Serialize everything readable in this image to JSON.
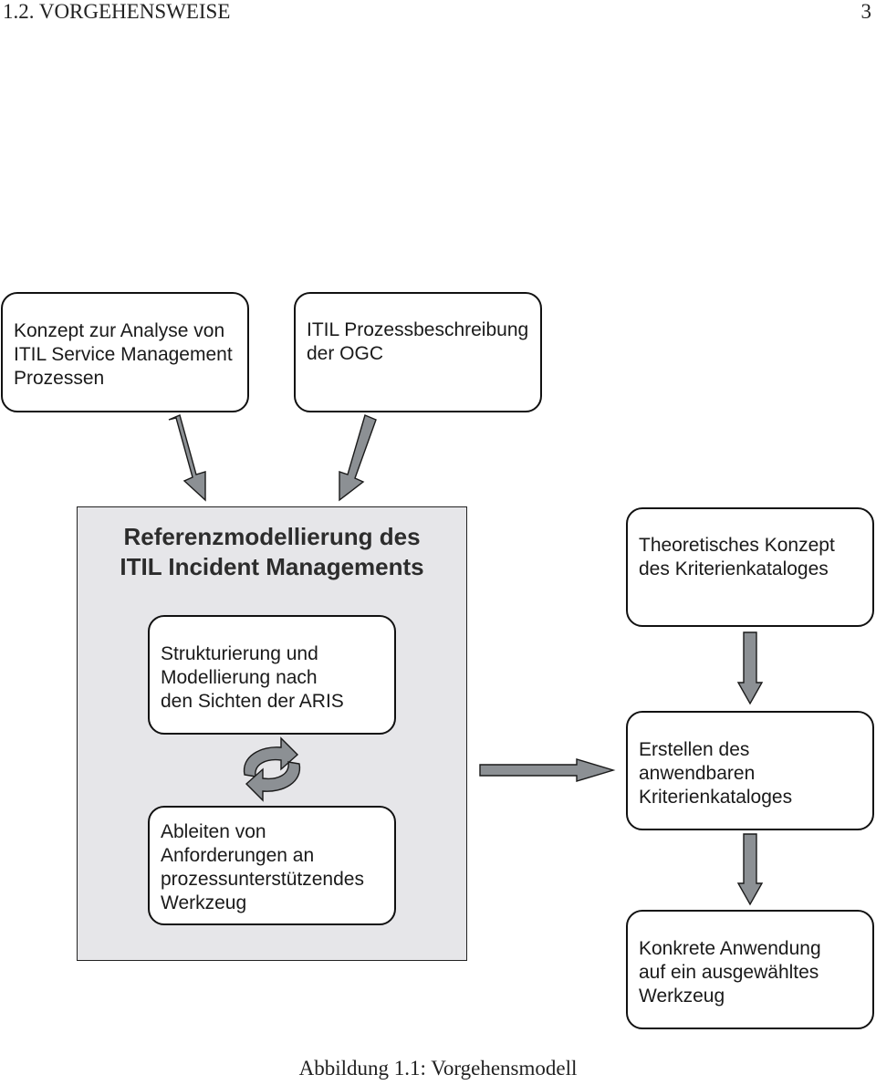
{
  "header": {
    "section": "1.2.  VORGEHENSWEISE",
    "page_number": "3"
  },
  "inputs": {
    "left_box": [
      "Konzept zur Analyse von",
      "ITIL Service Management",
      "Prozessen"
    ],
    "right_box": [
      "ITIL Prozessbeschreibung",
      "der OGC"
    ]
  },
  "modelling": {
    "title": [
      "Referenzmodellierung des",
      "ITIL Incident Managements"
    ],
    "structuring_box": [
      "Strukturierung und",
      "Modellierung nach",
      "den Sichten der ARIS"
    ],
    "requirements_box": [
      "Ableiten von",
      "Anforderungen an",
      "prozessunterstützendes",
      "Werkzeug"
    ],
    "cycle_icon": "circular-arrows-icon"
  },
  "criteria": {
    "concept_box": [
      "Theoretisches Konzept",
      "des Kriterienkataloges"
    ],
    "create_box": [
      "Erstellen des",
      "anwendbaren",
      "Kriterienkataloges"
    ],
    "apply_box": [
      "Konkrete Anwendung",
      "auf ein ausgewähltes",
      "Werkzeug"
    ]
  },
  "caption": "Abbildung 1.1: Vorgehensmodell",
  "colors": {
    "arrow_fill": "#8c9094",
    "panel_fill": "#e6e6e9",
    "border": "#111111"
  }
}
